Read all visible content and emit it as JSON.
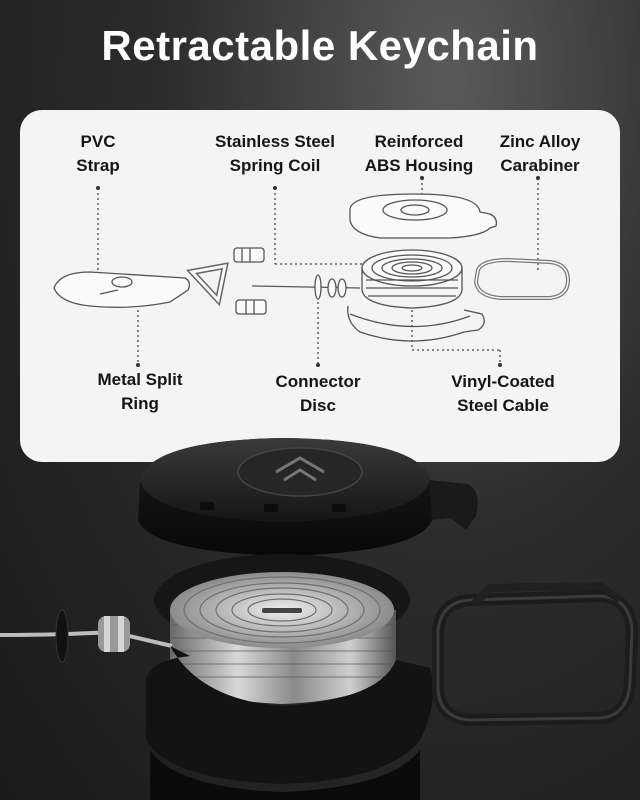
{
  "page": {
    "title": "Retractable Keychain"
  },
  "diagram": {
    "labels": {
      "pvc_strap": [
        "PVC",
        "Strap"
      ],
      "spring_coil": [
        "Stainless Steel",
        "Spring Coil"
      ],
      "abs_housing": [
        "Reinforced",
        "ABS Housing"
      ],
      "carabiner": [
        "Zinc Alloy",
        "Carabiner"
      ],
      "split_ring": [
        "Metal Split",
        "Ring"
      ],
      "connector_disc": [
        "Connector",
        "Disc"
      ],
      "steel_cable": [
        "Vinyl-Coated",
        "Steel Cable"
      ]
    }
  },
  "colors": {
    "background": "#2c2c2c",
    "card": "#f4f4f4",
    "label_text": "#151515",
    "title_text": "#ffffff"
  },
  "icons": {
    "housing_logo": "chevron-stack-logo-icon"
  }
}
